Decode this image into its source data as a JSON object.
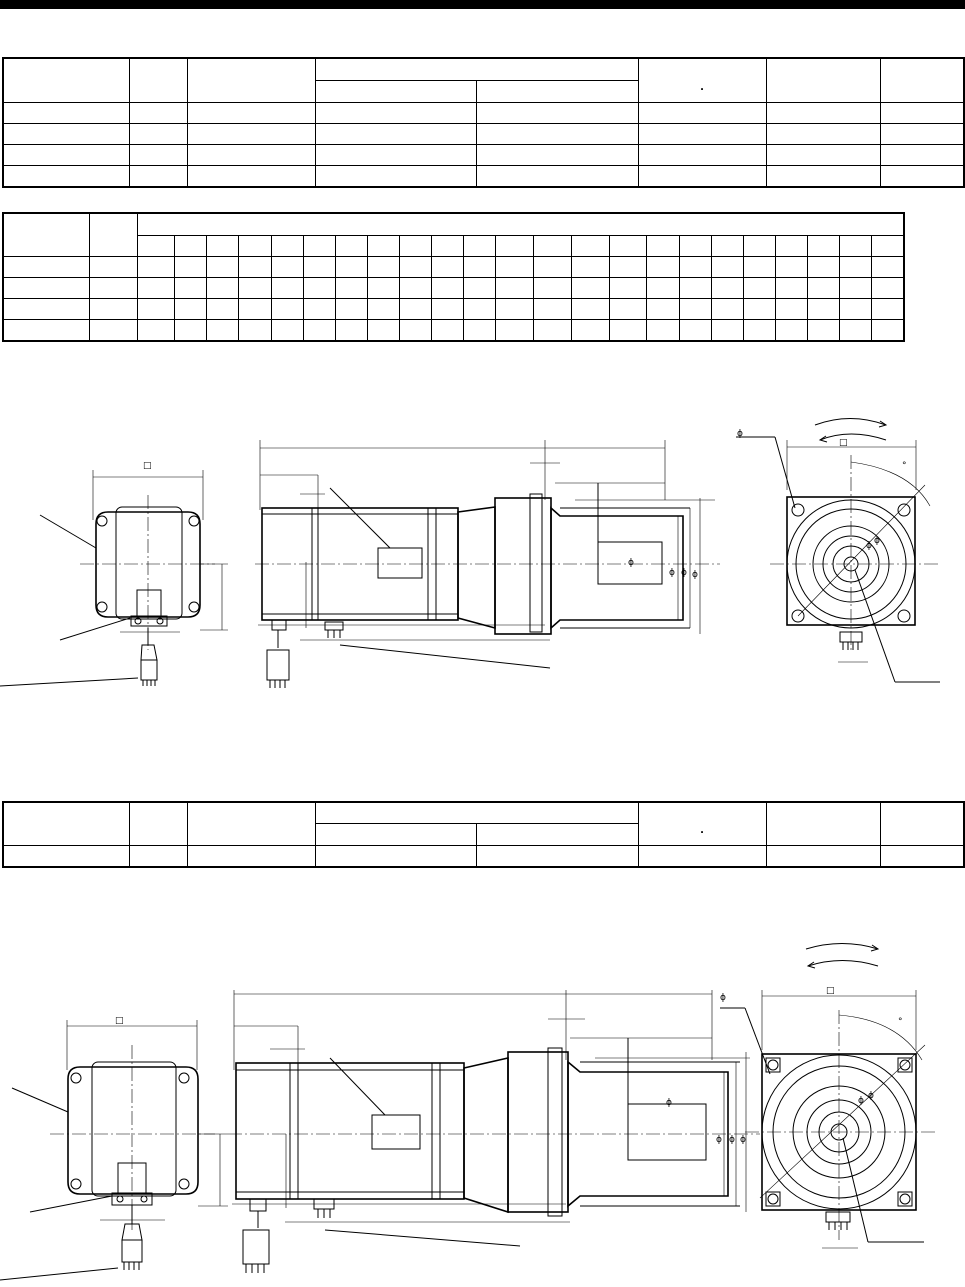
{
  "symbols": {
    "square": "□",
    "phi": "ϕ",
    "degree": "°",
    "dot": "."
  },
  "table_a": {
    "rows": 4,
    "header_rows": 2
  },
  "table_b": {
    "rows": 4,
    "sub_columns": 23
  },
  "table_c": {
    "rows": 1,
    "header_rows": 2
  }
}
